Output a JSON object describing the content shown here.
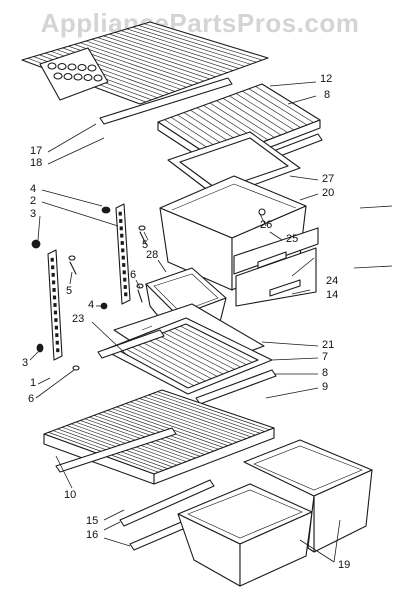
{
  "watermark": "AppliancePartsPros.com",
  "labels": {
    "l12": "12",
    "l8a": "8",
    "l17": "17",
    "l18": "18",
    "l27": "27",
    "l20": "20",
    "l4a": "4",
    "l2": "2",
    "l3a": "3",
    "l26": "26",
    "l25": "25",
    "l5a": "5",
    "l5b": "5",
    "l28": "28",
    "l6a": "6",
    "l24": "24",
    "l14": "14",
    "l4b": "4",
    "l23": "23",
    "l21": "21",
    "l7": "7",
    "l3b": "3",
    "l1": "1",
    "l8b": "8",
    "l6b": "6",
    "l9": "9",
    "l10": "10",
    "l15": "15",
    "l16": "16",
    "l19": "19"
  }
}
